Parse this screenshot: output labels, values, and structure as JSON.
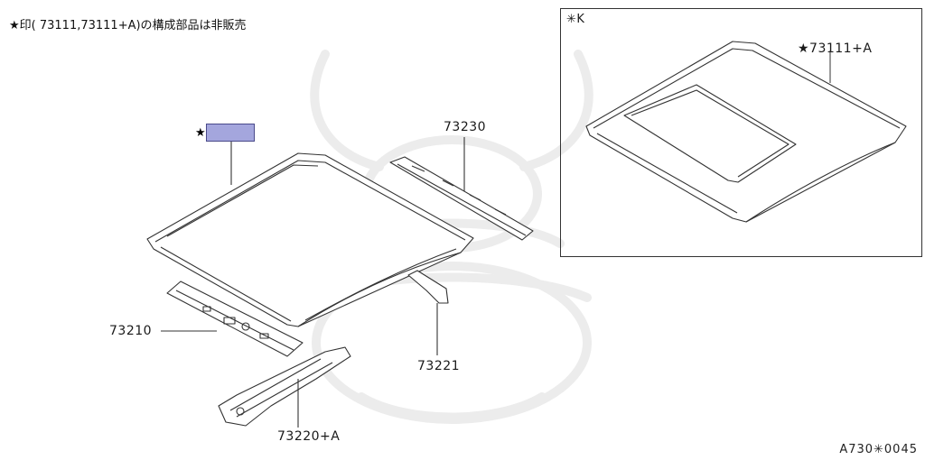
{
  "note": "★印( 73111,73111+A)の構成部品は非販売",
  "inset": {
    "marker": "✳K",
    "part_label": "★73111+A"
  },
  "parts": {
    "highlight_star": "★",
    "p73230": "73230",
    "p73210": "73210",
    "p73221": "73221",
    "p73220a": "73220+A"
  },
  "diagram_code": "A730✳0045",
  "colors": {
    "highlight_fill": "#a4a6dd",
    "line": "#333333",
    "watermark": "#ececec"
  }
}
